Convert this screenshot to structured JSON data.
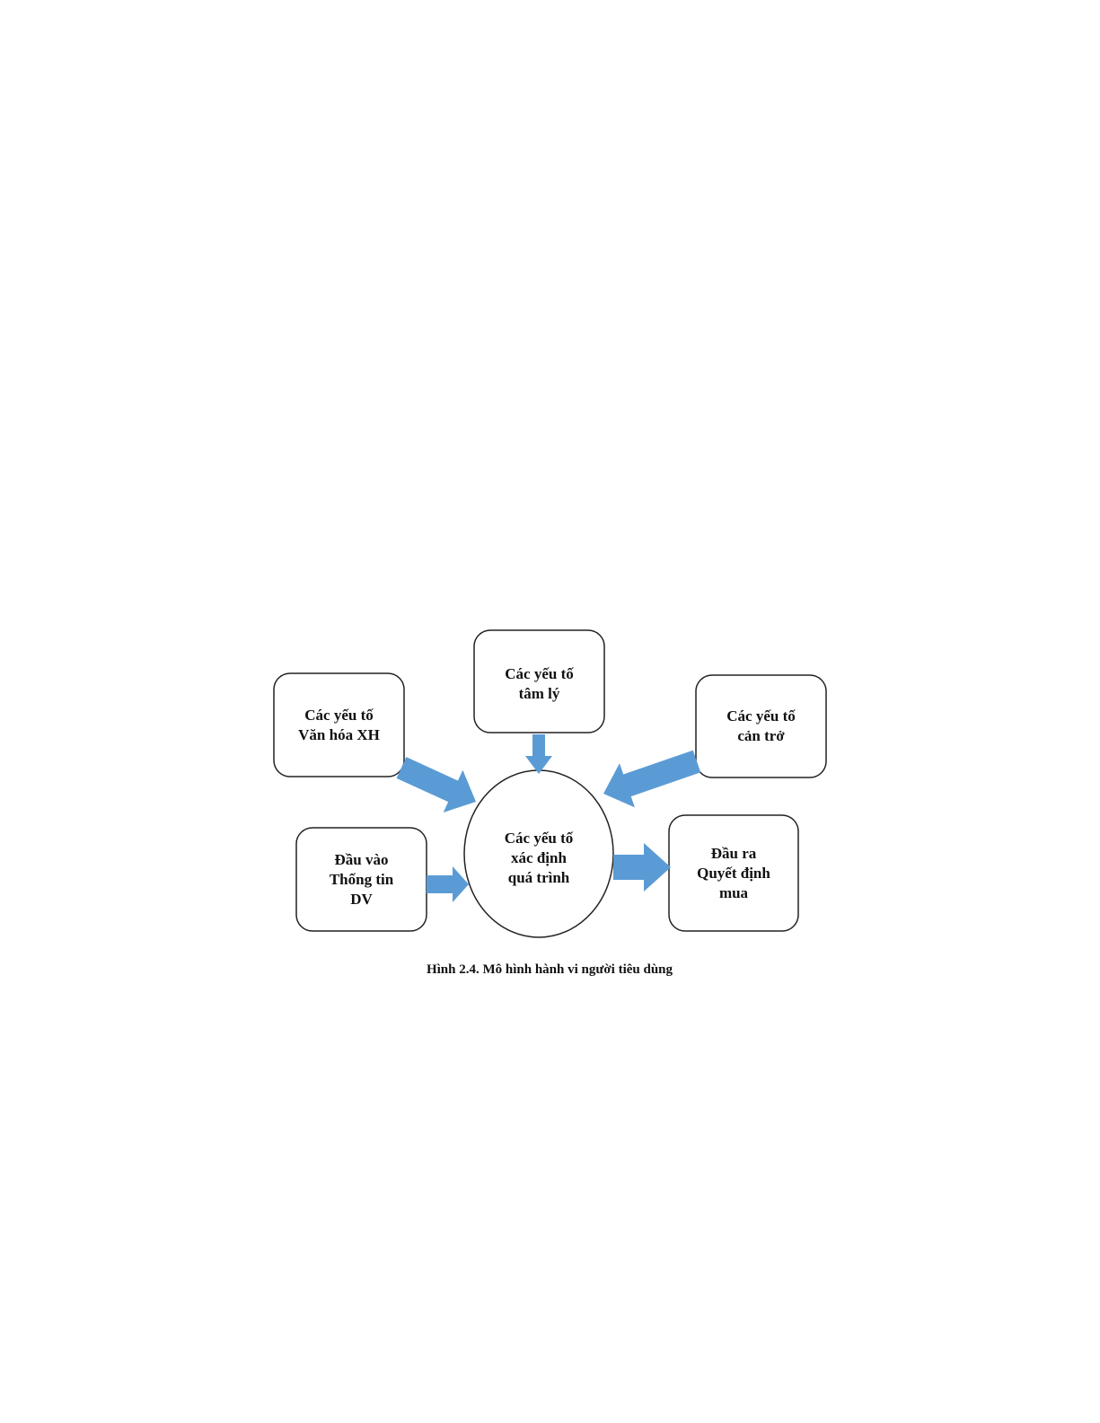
{
  "diagram": {
    "title": "Mô hình hành vi người tiêu dùng",
    "caption": "Hình 2.4.  Mô hình hành vi người tiêu dùng",
    "arrow_color": "#5b9bd5",
    "nodes": {
      "social": {
        "line1": "Các yếu tố",
        "line2": "Văn hóa XH"
      },
      "psych": {
        "line1": "Các yếu tố",
        "line2": "tâm lý"
      },
      "barrier": {
        "line1": "Các yếu tố",
        "line2": "cản trở"
      },
      "input": {
        "line1": "Đầu vào",
        "line2": "Thống tin",
        "line3": "DV"
      },
      "center": {
        "line1": "Các yếu tố",
        "line2": "xác định",
        "line3": "quá trình"
      },
      "output": {
        "line1": "Đầu ra",
        "line2": "Quyết định",
        "line3": "mua"
      }
    },
    "edges": [
      {
        "from": "social",
        "to": "center"
      },
      {
        "from": "psych",
        "to": "center"
      },
      {
        "from": "barrier",
        "to": "center"
      },
      {
        "from": "input",
        "to": "center"
      },
      {
        "from": "center",
        "to": "output"
      }
    ]
  }
}
